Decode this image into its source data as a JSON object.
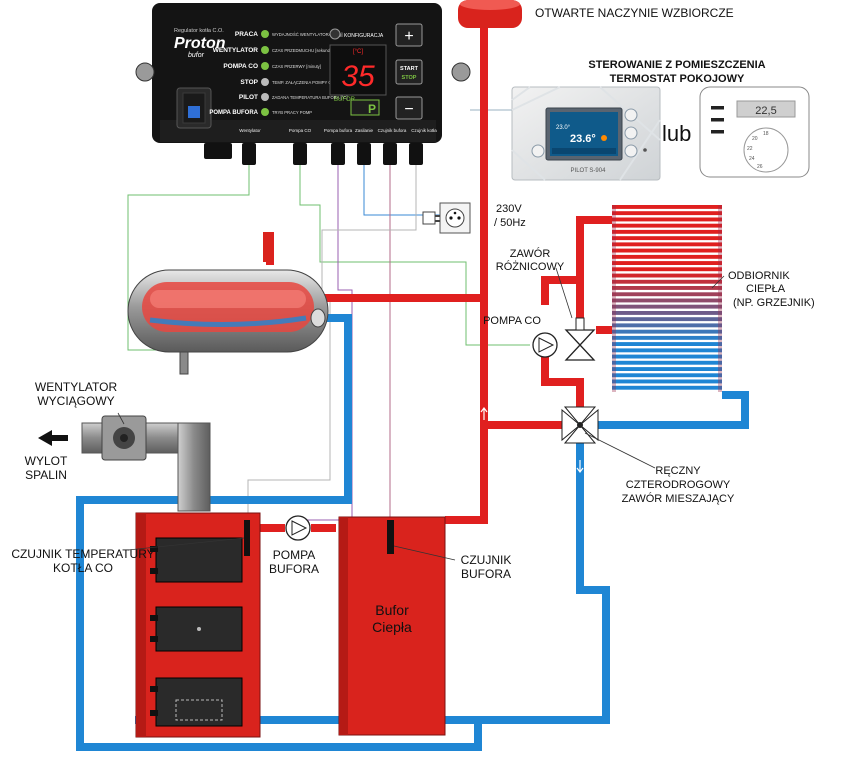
{
  "labels": {
    "expansion_tank": "OTWARTE NACZYNIE WZBIORCZE",
    "room_control_line1": "STEROWANIE Z POMIESZCZENIA",
    "room_control_line2": "TERMOSTAT POKOJOWY",
    "or": "lub",
    "power_line1": "230V",
    "power_line2": "/ 50Hz",
    "diff_valve_line1": "ZAWÓR",
    "diff_valve_line2": "RÓŻNICOWY",
    "pump_co": "POMPA CO",
    "receiver_line1": "ODBIORNIK",
    "receiver_line2": "CIEPŁA",
    "receiver_line3": "(NP. GRZEJNIK)",
    "fan_line1": "WENTYLATOR",
    "fan_line2": "WYCIĄGOWY",
    "exhaust_line1": "WYLOT",
    "exhaust_line2": "SPALIN",
    "mixing_valve_line1": "RĘCZNY",
    "mixing_valve_line2": "CZTERODROGOWY",
    "mixing_valve_line3": "ZAWÓR MIESZAJĄCY",
    "boiler_sensor_line1": "CZUJNIK TEMPERATURY",
    "boiler_sensor_line2": "KOTŁA CO",
    "buffer_pump_line1": "POMPA",
    "buffer_pump_line2": "BUFORA",
    "buffer_sensor_line1": "CZUJNIK",
    "buffer_sensor_line2": "BUFORA",
    "buffer_line1": "Bufor",
    "buffer_line2": "Ciepła"
  },
  "controller": {
    "small_title": "Regulator kotła C.O.",
    "brand": "Proton",
    "sub_brand": "bufor",
    "display_value": "35",
    "display_unit": "[°C]",
    "buffer_tag": "BUFOR",
    "mode_tag": "P",
    "indicators": [
      {
        "label": "PRACA",
        "desc": "WYDAJNOŚĆ WENTYLATORA [bieg]"
      },
      {
        "label": "WENTYLATOR",
        "desc": "CZAS PRZEDMUCHU [sekundy]"
      },
      {
        "label": "POMPA CO",
        "desc": "CZAS PRZERWY [minuty]"
      },
      {
        "label": "STOP",
        "desc": "TEMP. ZAŁĄCZENIA POMPY CO [°C]"
      },
      {
        "label": "PILOT",
        "desc": "ZADANA TEMPERATURA BUFORA [°C]"
      },
      {
        "label": "POMPA BUFORA",
        "desc": "TRYB PRACY POMP"
      }
    ],
    "config_label": "KONFIGURACJA",
    "plus": "+",
    "minus": "−",
    "start_label": "START",
    "stop_label": "STOP",
    "terminals": [
      "Wentylator",
      "Pompa CO",
      "Pompa bufora",
      "Zasilanie",
      "Czujnik bufora",
      "Czujnik kotła"
    ]
  },
  "pilot": {
    "model": "PILOT S-904",
    "temperature": "23.6°",
    "set_temperature": "23.0°"
  },
  "thermostat": {
    "display_value": "22,5",
    "dial_marks": [
      "18",
      "20",
      "22",
      "24",
      "26"
    ]
  },
  "colors": {
    "hot_pipe": "#e0201f",
    "cold_pipe": "#1f86d4",
    "boiler": "#d9231d",
    "controller_body": "#141414",
    "led_green": "#7cc242",
    "display_red": "#ff2a2a"
  }
}
